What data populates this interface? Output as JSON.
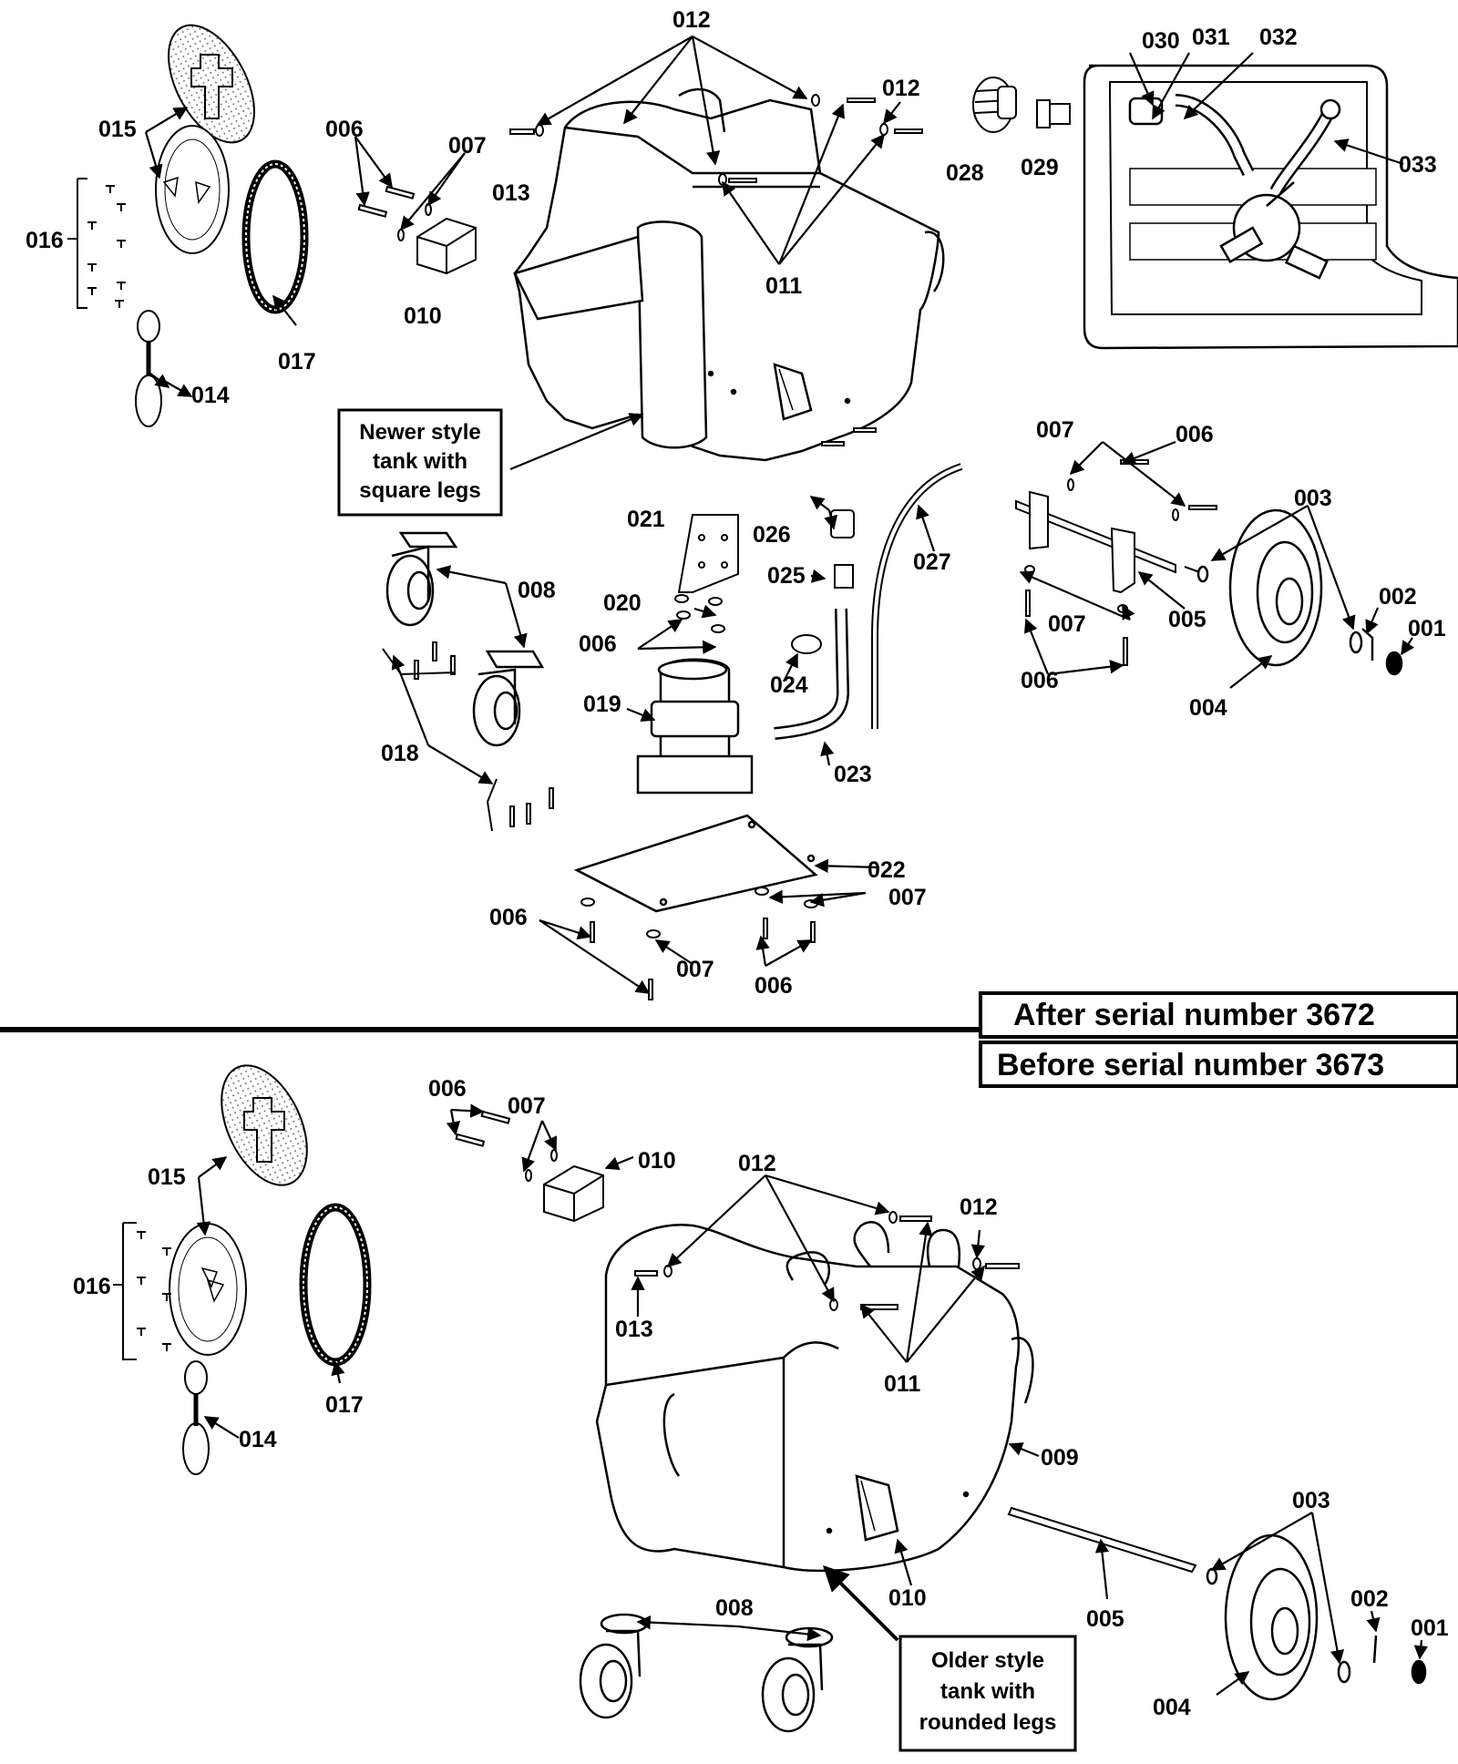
{
  "callouts": {
    "newer_style_box": [
      "Newer style",
      "tank with",
      "square legs"
    ],
    "older_style_box": [
      "Older style",
      "tank with",
      "rounded legs"
    ],
    "after_serial": "After serial number 3672",
    "before_serial": "Before serial number 3673"
  },
  "top_labels": {
    "l012a": "012",
    "l012b": "012",
    "l013": "013",
    "l011": "011",
    "l006a": "006",
    "l007a": "007",
    "l010": "010",
    "l015": "015",
    "l016": "016",
    "l017": "017",
    "l014": "014",
    "l028": "028",
    "l029": "029",
    "l030": "030",
    "l031": "031",
    "l032": "032",
    "l033": "033",
    "l021": "021",
    "l026": "026",
    "l025": "025",
    "l027": "027",
    "l020": "020",
    "l006b": "006",
    "l024": "024",
    "l019": "019",
    "l023": "023",
    "l008": "008",
    "l018": "018",
    "l022": "022",
    "l007b": "007",
    "l006c": "006",
    "l007c": "007",
    "l006d": "006",
    "l007d": "007",
    "l006e": "006",
    "l003": "003",
    "l007e": "007",
    "l005": "005",
    "l002": "002",
    "l001": "001",
    "l006f": "006",
    "l004": "004"
  },
  "bottom_labels": {
    "l006": "006",
    "l007": "007",
    "l010a": "010",
    "l015": "015",
    "l016": "016",
    "l012a": "012",
    "l012b": "012",
    "l013": "013",
    "l011": "011",
    "l017": "017",
    "l014": "014",
    "l009": "009",
    "l003": "003",
    "l010b": "010",
    "l005": "005",
    "l002": "002",
    "l001": "001",
    "l008": "008",
    "l004": "004"
  }
}
